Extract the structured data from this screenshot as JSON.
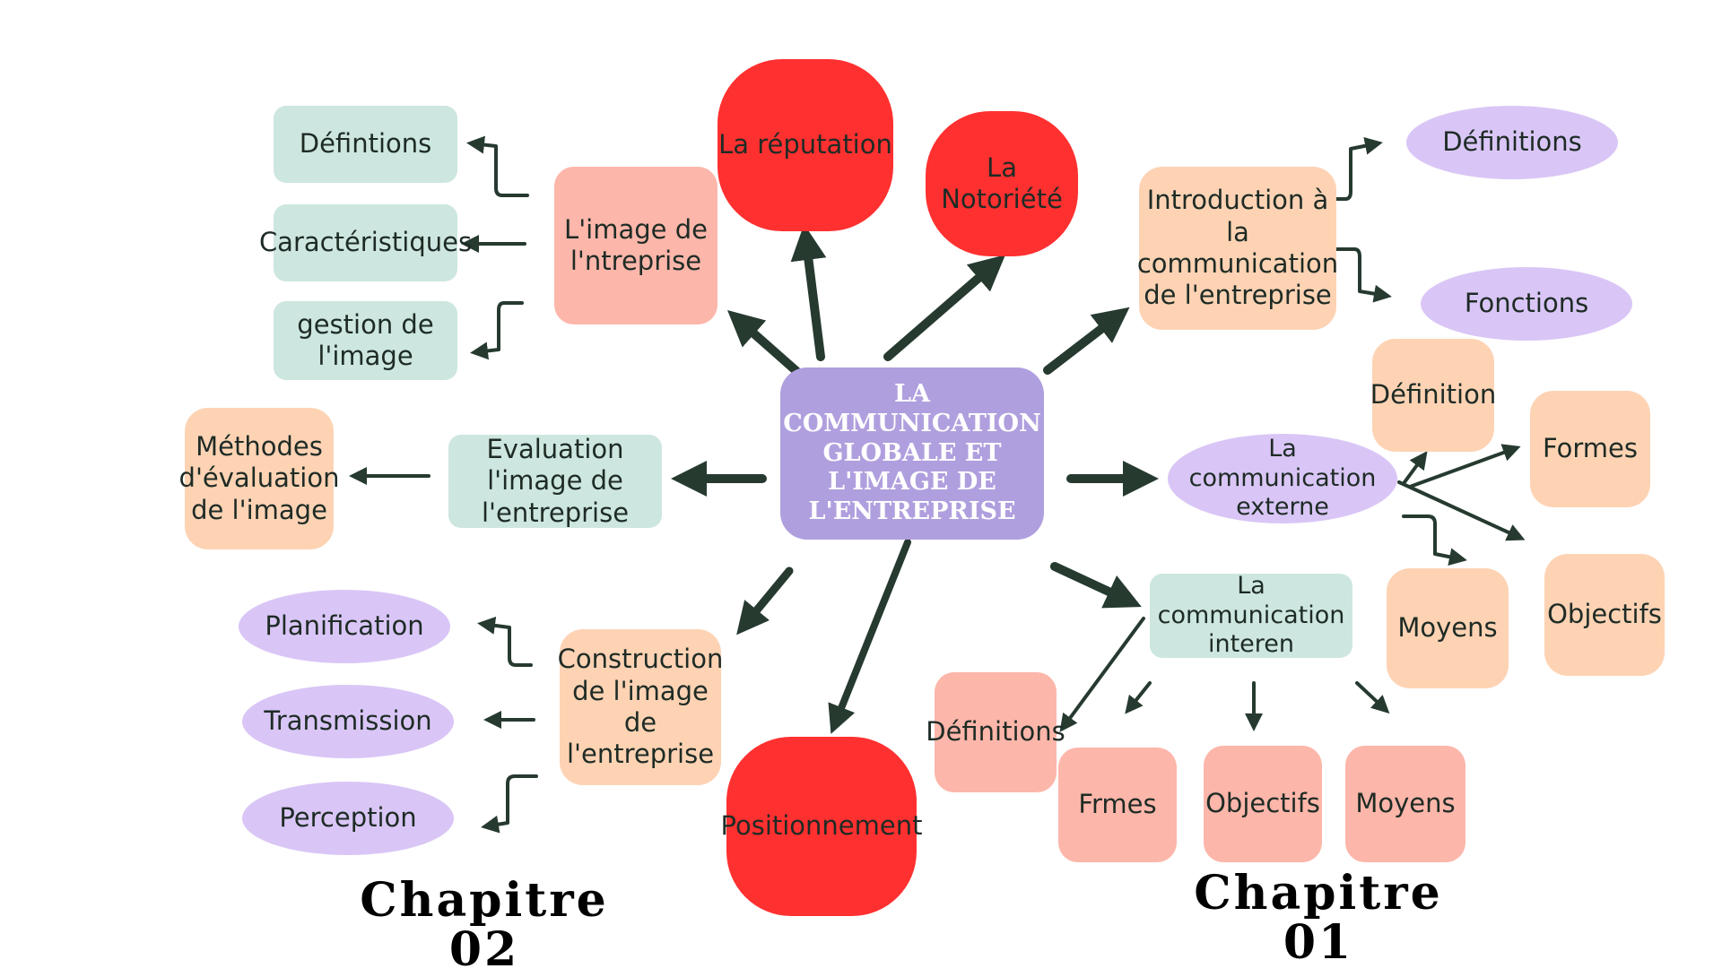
{
  "center": {
    "title": "LA\nCOMMUNICATION\nGLOBALE ET\nL'IMAGE DE\nL'ENTREPRISE"
  },
  "chapters": {
    "left": "Chapitre\n02",
    "right": "Chapitre\n01"
  },
  "top": {
    "reputation": "La réputation",
    "notoriete": "La Notoriété",
    "positionnement": "Positionnement"
  },
  "image_entreprise": {
    "label": "L'image de\nl'ntreprise",
    "children": [
      "Défintions",
      "Caractéristiques",
      "gestion de\nl'image"
    ]
  },
  "evaluation": {
    "label": "Evaluation\nl'image de\nl'entreprise",
    "methodes": "Méthodes\nd'évaluation\nde l'image"
  },
  "construction": {
    "label": "Construction\nde l'image de\nl'entreprise",
    "children": [
      "Planification",
      "Transmission",
      "Perception"
    ]
  },
  "introduction": {
    "label": "Introduction à la\ncommunication\nde l'entreprise",
    "children": [
      "Définitions",
      "Fonctions"
    ]
  },
  "externe": {
    "label": "La\ncommunication\nexterne",
    "children": [
      "Définition",
      "Formes",
      "Objectifs",
      "Moyens"
    ]
  },
  "interne": {
    "label": "La\ncommunication\ninteren",
    "children": [
      "Définitions",
      "Frmes",
      "Objectifs",
      "Moyens"
    ]
  },
  "colors": {
    "center": "#b09fde",
    "red": "#ff3030",
    "mint": "#cde6e0",
    "pink": "#fdb6aa",
    "peach": "#fdd3b4",
    "purple": "#d9c6f6",
    "arrow": "#263a30"
  }
}
